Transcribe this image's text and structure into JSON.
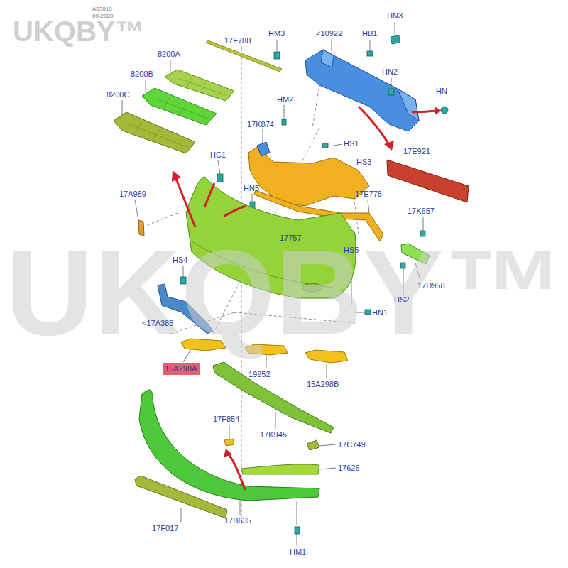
{
  "diagram": {
    "nodes": [
      {
        "text": [
          "15A298A"
        ]
      }
    ],
    "labels": [
      "A03010",
      "09-2020",
      "UKQBY™",
      "HN3",
      "17F788",
      "HM3",
      "<10922",
      "HB1",
      "8200A",
      "8200B",
      "8200C",
      "HN2",
      "HN",
      "HM2",
      "17K874",
      "HS1",
      "17E921",
      "HS3",
      "HC1",
      "HN5",
      "17A989",
      "17E778",
      "17K657",
      "17757",
      "HS5",
      "HS4",
      "17D958",
      "HS2",
      "HN1",
      "<17A385",
      "19952",
      "15A298B",
      "17F854",
      "17K945",
      "17C749",
      "17626",
      "17B635",
      "17F017",
      "HM1",
      "UKQBY™"
    ]
  }
}
